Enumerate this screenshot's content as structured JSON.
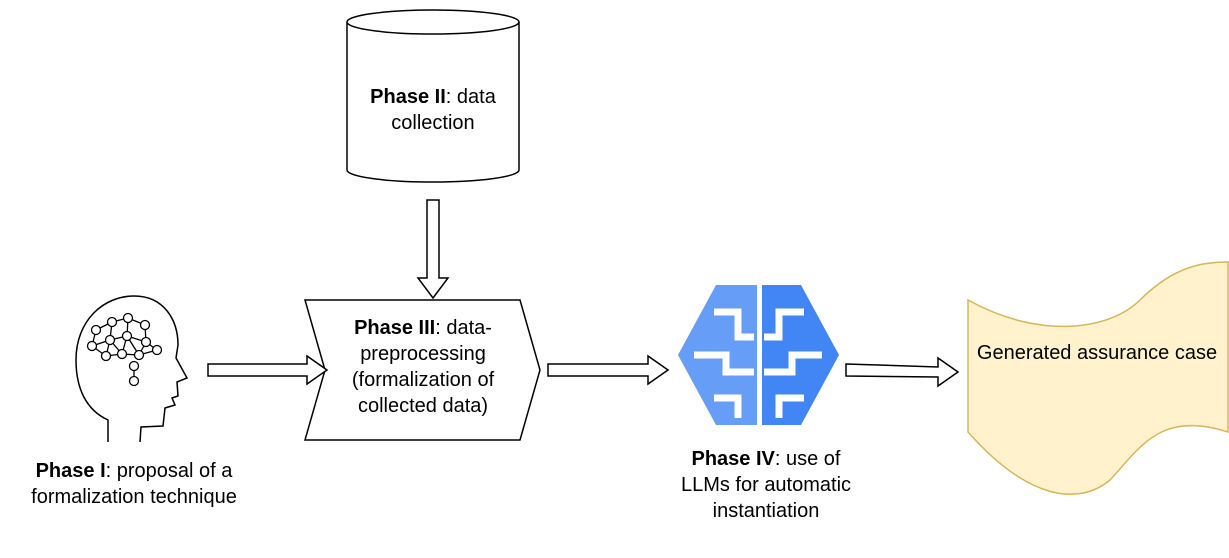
{
  "phases": [
    {
      "id": "phase1",
      "title": "Phase I",
      "text": ": proposal of a formalization technique",
      "icon": "brain-head-icon"
    },
    {
      "id": "phase2",
      "title": "Phase II",
      "text": ": data collection",
      "shape": "cylinder"
    },
    {
      "id": "phase3",
      "title": "Phase III",
      "text": ": data-preprocessing (formalization of collected data)",
      "shape": "step"
    },
    {
      "id": "phase4",
      "title": "Phase IV",
      "text": ": use of LLMs for automatic instantiation",
      "icon": "ai-brain-icon"
    }
  ],
  "output": {
    "text": "Generated assurance case",
    "fill": "#fff2cc",
    "stroke": "#d6b656"
  },
  "colors": {
    "ai_light": "#669df6",
    "ai_dark": "#4285f4",
    "stroke": "#000000"
  }
}
